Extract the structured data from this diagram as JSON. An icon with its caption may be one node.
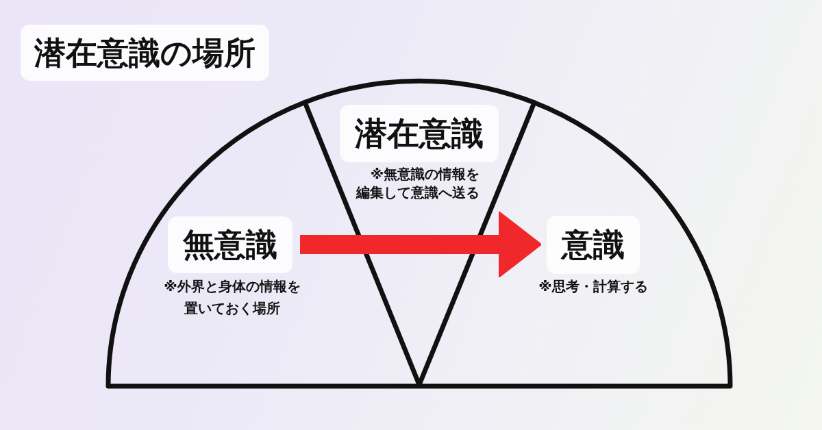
{
  "diagram": {
    "title": "潜在意識の場所",
    "nodes": [
      {
        "text": [
          "無意識"
        ],
        "beside": [
          "※外界と身体の情報を置いておく場所"
        ]
      },
      {
        "text": [
          "潜在意識"
        ],
        "beside": [
          "※無意識の情報を編集して意識へ送る"
        ]
      },
      {
        "text": [
          "意識"
        ],
        "beside": [
          "※思考・計算する"
        ]
      }
    ],
    "edges": [
      {
        "from": 0,
        "to": 2,
        "arrow": "to",
        "color": "#f0282c"
      }
    ]
  }
}
